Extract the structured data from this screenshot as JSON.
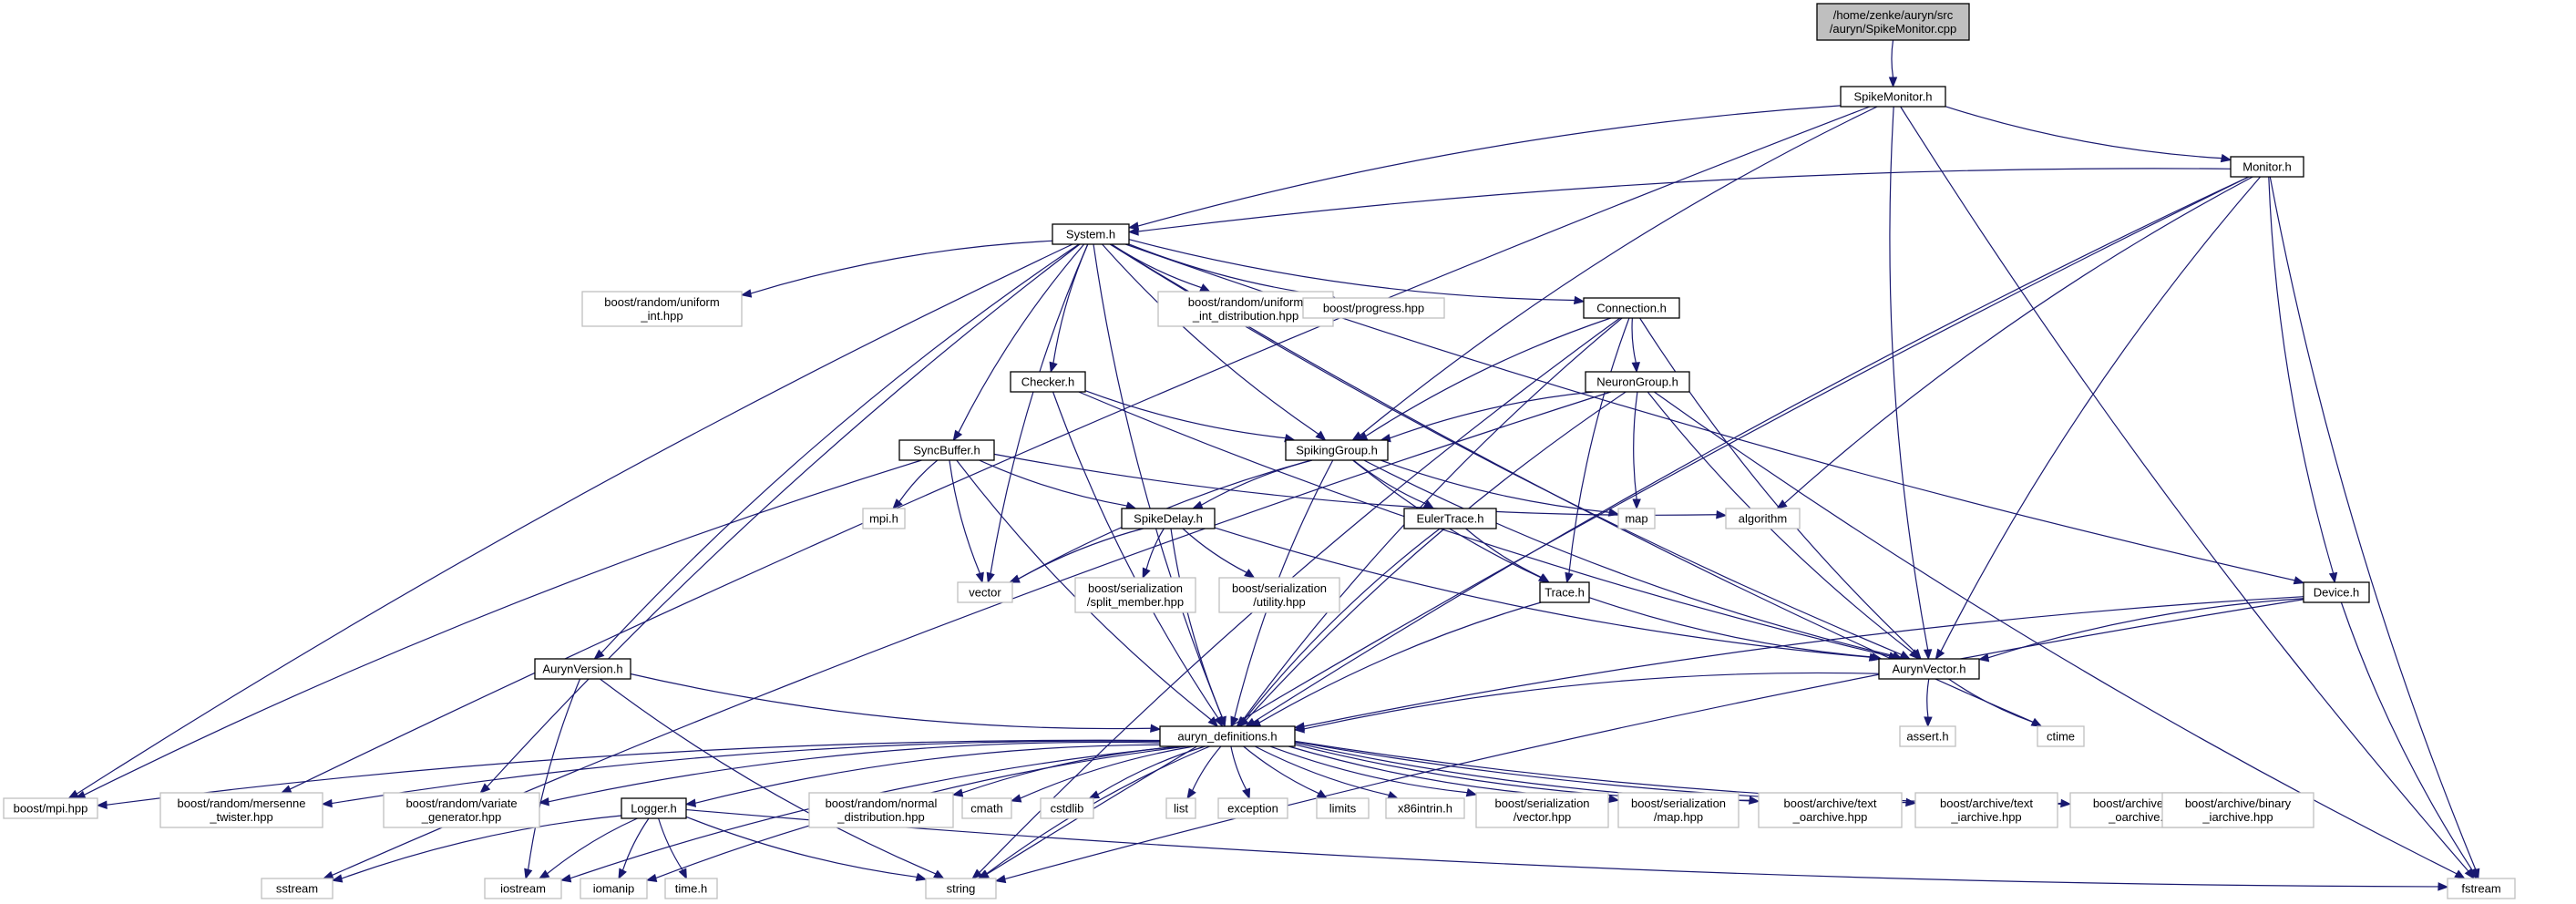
{
  "graph": {
    "title": "",
    "colors": {
      "edge": "#191970",
      "root_fill": "#bfbfbf",
      "documented_border": "#000000",
      "external_border": "#bfbfbf"
    },
    "nodes": [
      {
        "id": "root",
        "kind": "root",
        "lines": [
          "/home/zenke/auryn/src",
          "/auryn/SpikeMonitor.cpp"
        ]
      },
      {
        "id": "spikemonitor",
        "kind": "internal",
        "lines": [
          "SpikeMonitor.h"
        ]
      },
      {
        "id": "monitor",
        "kind": "internal",
        "lines": [
          "Monitor.h"
        ]
      },
      {
        "id": "system",
        "kind": "internal",
        "lines": [
          "System.h"
        ]
      },
      {
        "id": "br_uniform_int",
        "kind": "external",
        "lines": [
          "boost/random/uniform",
          "_int.hpp"
        ]
      },
      {
        "id": "br_uniform_int_dist",
        "kind": "external",
        "lines": [
          "boost/random/uniform",
          "_int_distribution.hpp"
        ]
      },
      {
        "id": "progress",
        "kind": "external",
        "lines": [
          "boost/progress.hpp"
        ]
      },
      {
        "id": "connection",
        "kind": "internal",
        "lines": [
          "Connection.h"
        ]
      },
      {
        "id": "checker",
        "kind": "internal",
        "lines": [
          "Checker.h"
        ]
      },
      {
        "id": "neurongroup",
        "kind": "internal",
        "lines": [
          "NeuronGroup.h"
        ]
      },
      {
        "id": "syncbuffer",
        "kind": "internal",
        "lines": [
          "SyncBuffer.h"
        ]
      },
      {
        "id": "spikinggroup",
        "kind": "internal",
        "lines": [
          "SpikingGroup.h"
        ]
      },
      {
        "id": "mpi",
        "kind": "external",
        "lines": [
          "mpi.h"
        ]
      },
      {
        "id": "spikedelay",
        "kind": "internal",
        "lines": [
          "SpikeDelay.h"
        ]
      },
      {
        "id": "eulertrace",
        "kind": "internal",
        "lines": [
          "EulerTrace.h"
        ]
      },
      {
        "id": "map",
        "kind": "external",
        "lines": [
          "map"
        ]
      },
      {
        "id": "algorithm",
        "kind": "external",
        "lines": [
          "algorithm"
        ]
      },
      {
        "id": "vector",
        "kind": "external",
        "lines": [
          "vector"
        ]
      },
      {
        "id": "split_member",
        "kind": "external",
        "lines": [
          "boost/serialization",
          "/split_member.hpp"
        ]
      },
      {
        "id": "utility",
        "kind": "external",
        "lines": [
          "boost/serialization",
          "/utility.hpp"
        ]
      },
      {
        "id": "trace",
        "kind": "internal",
        "lines": [
          "Trace.h"
        ]
      },
      {
        "id": "device",
        "kind": "internal",
        "lines": [
          "Device.h"
        ]
      },
      {
        "id": "aurynversion",
        "kind": "internal",
        "lines": [
          "AurynVersion.h"
        ]
      },
      {
        "id": "aurynvector",
        "kind": "internal",
        "lines": [
          "AurynVector.h"
        ]
      },
      {
        "id": "assert",
        "kind": "external",
        "lines": [
          "assert.h"
        ]
      },
      {
        "id": "ctime",
        "kind": "external",
        "lines": [
          "ctime"
        ]
      },
      {
        "id": "auryn_definitions",
        "kind": "internal",
        "lines": [
          "auryn_definitions.h"
        ]
      },
      {
        "id": "boost_mpi",
        "kind": "external",
        "lines": [
          "boost/mpi.hpp"
        ]
      },
      {
        "id": "mersenne",
        "kind": "external",
        "lines": [
          "boost/random/mersenne",
          "_twister.hpp"
        ]
      },
      {
        "id": "variate",
        "kind": "external",
        "lines": [
          "boost/random/variate",
          "_generator.hpp"
        ]
      },
      {
        "id": "logger",
        "kind": "internal",
        "lines": [
          "Logger.h"
        ]
      },
      {
        "id": "normal",
        "kind": "external",
        "lines": [
          "boost/random/normal",
          "_distribution.hpp"
        ]
      },
      {
        "id": "cmath",
        "kind": "external",
        "lines": [
          "cmath"
        ]
      },
      {
        "id": "cstdlib",
        "kind": "external",
        "lines": [
          "cstdlib"
        ]
      },
      {
        "id": "list",
        "kind": "external",
        "lines": [
          "list"
        ]
      },
      {
        "id": "exception",
        "kind": "external",
        "lines": [
          "exception"
        ]
      },
      {
        "id": "limits",
        "kind": "external",
        "lines": [
          "limits"
        ]
      },
      {
        "id": "x86intrin",
        "kind": "external",
        "lines": [
          "x86intrin.h"
        ]
      },
      {
        "id": "ser_vector",
        "kind": "external",
        "lines": [
          "boost/serialization",
          "/vector.hpp"
        ]
      },
      {
        "id": "ser_map",
        "kind": "external",
        "lines": [
          "boost/serialization",
          "/map.hpp"
        ]
      },
      {
        "id": "text_oarchive",
        "kind": "external",
        "lines": [
          "boost/archive/text",
          "_oarchive.hpp"
        ]
      },
      {
        "id": "text_iarchive",
        "kind": "external",
        "lines": [
          "boost/archive/text",
          "_iarchive.hpp"
        ]
      },
      {
        "id": "binary_oarchive",
        "kind": "external",
        "lines": [
          "boost/archive/binary",
          "_oarchive.hpp"
        ]
      },
      {
        "id": "binary_iarchive",
        "kind": "external",
        "lines": [
          "boost/archive/binary",
          "_iarchive.hpp"
        ]
      },
      {
        "id": "sstream",
        "kind": "external",
        "lines": [
          "sstream"
        ]
      },
      {
        "id": "iostream",
        "kind": "external",
        "lines": [
          "iostream"
        ]
      },
      {
        "id": "iomanip",
        "kind": "external",
        "lines": [
          "iomanip"
        ]
      },
      {
        "id": "time",
        "kind": "external",
        "lines": [
          "time.h"
        ]
      },
      {
        "id": "string",
        "kind": "external",
        "lines": [
          "string"
        ]
      },
      {
        "id": "fstream",
        "kind": "external",
        "lines": [
          "fstream"
        ]
      }
    ],
    "edges": [
      [
        "root",
        "spikemonitor"
      ],
      [
        "spikemonitor",
        "monitor"
      ],
      [
        "spikemonitor",
        "system"
      ],
      [
        "spikemonitor",
        "spikinggroup"
      ],
      [
        "spikemonitor",
        "aurynvector"
      ],
      [
        "spikemonitor",
        "fstream"
      ],
      [
        "spikemonitor",
        "mersenne"
      ],
      [
        "monitor",
        "system"
      ],
      [
        "monitor",
        "algorithm"
      ],
      [
        "monitor",
        "device"
      ],
      [
        "monitor",
        "aurynvector"
      ],
      [
        "monitor",
        "auryn_definitions"
      ],
      [
        "monitor",
        "string"
      ],
      [
        "monitor",
        "fstream"
      ],
      [
        "system",
        "br_uniform_int"
      ],
      [
        "system",
        "br_uniform_int_dist"
      ],
      [
        "system",
        "progress"
      ],
      [
        "system",
        "connection"
      ],
      [
        "system",
        "checker"
      ],
      [
        "system",
        "syncbuffer"
      ],
      [
        "system",
        "spikinggroup"
      ],
      [
        "system",
        "aurynversion"
      ],
      [
        "system",
        "vector"
      ],
      [
        "system",
        "device"
      ],
      [
        "system",
        "aurynvector"
      ],
      [
        "system",
        "ctime"
      ],
      [
        "system",
        "auryn_definitions"
      ],
      [
        "system",
        "boost_mpi"
      ],
      [
        "system",
        "variate"
      ],
      [
        "connection",
        "neurongroup"
      ],
      [
        "connection",
        "spikinggroup"
      ],
      [
        "connection",
        "trace"
      ],
      [
        "connection",
        "aurynvector"
      ],
      [
        "connection",
        "auryn_definitions"
      ],
      [
        "connection",
        "string"
      ],
      [
        "checker",
        "spikinggroup"
      ],
      [
        "checker",
        "aurynvector"
      ],
      [
        "checker",
        "auryn_definitions"
      ],
      [
        "neurongroup",
        "spikinggroup"
      ],
      [
        "neurongroup",
        "map"
      ],
      [
        "neurongroup",
        "aurynvector"
      ],
      [
        "neurongroup",
        "auryn_definitions"
      ],
      [
        "neurongroup",
        "fstream"
      ],
      [
        "neurongroup",
        "sstream"
      ],
      [
        "syncbuffer",
        "mpi"
      ],
      [
        "syncbuffer",
        "vector"
      ],
      [
        "syncbuffer",
        "spikedelay"
      ],
      [
        "syncbuffer",
        "algorithm"
      ],
      [
        "syncbuffer",
        "auryn_definitions"
      ],
      [
        "syncbuffer",
        "boost_mpi"
      ],
      [
        "spikinggroup",
        "spikedelay"
      ],
      [
        "spikinggroup",
        "eulertrace"
      ],
      [
        "spikinggroup",
        "map"
      ],
      [
        "spikinggroup",
        "trace"
      ],
      [
        "spikinggroup",
        "vector"
      ],
      [
        "spikinggroup",
        "aurynvector"
      ],
      [
        "spikinggroup",
        "auryn_definitions"
      ],
      [
        "spikedelay",
        "vector"
      ],
      [
        "spikedelay",
        "split_member"
      ],
      [
        "spikedelay",
        "utility"
      ],
      [
        "spikedelay",
        "aurynvector"
      ],
      [
        "spikedelay",
        "auryn_definitions"
      ],
      [
        "eulertrace",
        "trace"
      ],
      [
        "eulertrace",
        "auryn_definitions"
      ],
      [
        "trace",
        "aurynvector"
      ],
      [
        "trace",
        "auryn_definitions"
      ],
      [
        "device",
        "aurynvector"
      ],
      [
        "device",
        "auryn_definitions"
      ],
      [
        "device",
        "string"
      ],
      [
        "device",
        "fstream"
      ],
      [
        "aurynversion",
        "auryn_definitions"
      ],
      [
        "aurynversion",
        "iostream"
      ],
      [
        "aurynversion",
        "string"
      ],
      [
        "aurynvector",
        "auryn_definitions"
      ],
      [
        "aurynvector",
        "assert"
      ],
      [
        "aurynvector",
        "ctime"
      ],
      [
        "auryn_definitions",
        "boost_mpi"
      ],
      [
        "auryn_definitions",
        "mersenne"
      ],
      [
        "auryn_definitions",
        "variate"
      ],
      [
        "auryn_definitions",
        "logger"
      ],
      [
        "auryn_definitions",
        "normal"
      ],
      [
        "auryn_definitions",
        "cmath"
      ],
      [
        "auryn_definitions",
        "cstdlib"
      ],
      [
        "auryn_definitions",
        "list"
      ],
      [
        "auryn_definitions",
        "exception"
      ],
      [
        "auryn_definitions",
        "limits"
      ],
      [
        "auryn_definitions",
        "x86intrin"
      ],
      [
        "auryn_definitions",
        "ser_vector"
      ],
      [
        "auryn_definitions",
        "ser_map"
      ],
      [
        "auryn_definitions",
        "text_oarchive"
      ],
      [
        "auryn_definitions",
        "text_iarchive"
      ],
      [
        "auryn_definitions",
        "binary_oarchive"
      ],
      [
        "auryn_definitions",
        "binary_iarchive"
      ],
      [
        "auryn_definitions",
        "iostream"
      ],
      [
        "auryn_definitions",
        "iomanip"
      ],
      [
        "auryn_definitions",
        "string"
      ],
      [
        "logger",
        "sstream"
      ],
      [
        "logger",
        "iostream"
      ],
      [
        "logger",
        "iomanip"
      ],
      [
        "logger",
        "time"
      ],
      [
        "logger",
        "string"
      ],
      [
        "logger",
        "fstream"
      ]
    ]
  }
}
